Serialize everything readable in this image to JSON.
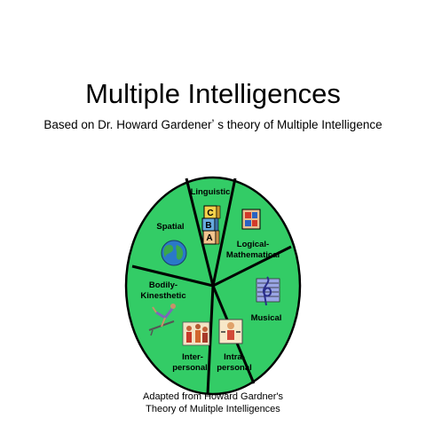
{
  "title": "Multiple Intelligences",
  "subtitle": "Based on Dr. Howard Gardenerʼ s theory of Multiple Intelligence",
  "caption": {
    "line1": "Adapted from Howard Gardner's",
    "line2": "Theory of Mulitple Intelligences"
  },
  "wheel": {
    "fill": "#33cc66",
    "stroke": "#000000",
    "sectors": [
      {
        "id": "linguistic",
        "lines": [
          "Linguistic"
        ],
        "icon": "abc-blocks-icon"
      },
      {
        "id": "logical-mathematical",
        "lines": [
          "Logical-",
          "Mathematical"
        ],
        "icon": "math-blocks-icon"
      },
      {
        "id": "musical",
        "lines": [
          "Musical"
        ],
        "icon": "treble-clef-icon"
      },
      {
        "id": "intrapersonal",
        "lines": [
          "Intra-",
          "personal"
        ],
        "icon": "mirror-person-icon"
      },
      {
        "id": "interpersonal",
        "lines": [
          "Inter-",
          "personal"
        ],
        "icon": "people-group-icon"
      },
      {
        "id": "bodily-kinesthetic",
        "lines": [
          "Bodily-",
          "Kinesthetic"
        ],
        "icon": "gymnast-icon"
      },
      {
        "id": "spatial",
        "lines": [
          "Spatial"
        ],
        "icon": "globe-icon"
      }
    ],
    "block_letters": [
      "C",
      "B",
      "A"
    ]
  }
}
